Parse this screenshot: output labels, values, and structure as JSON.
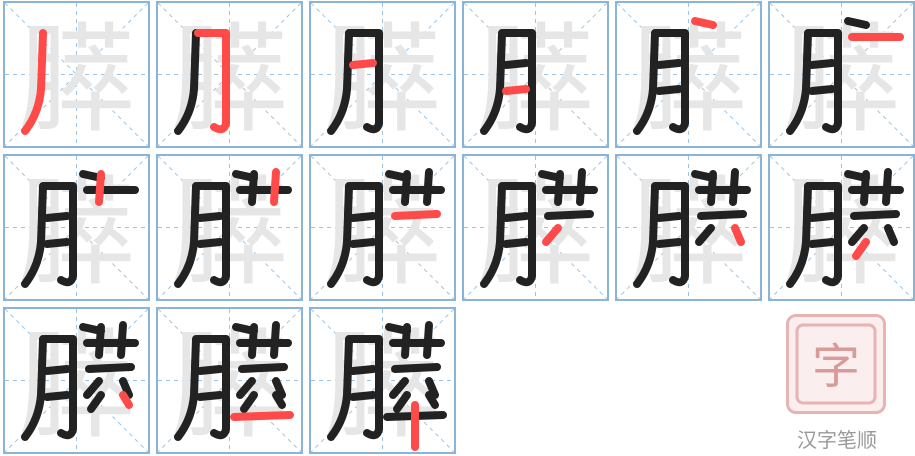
{
  "character": "膵",
  "stroke_count": 15,
  "colors": {
    "grid_border": "#8ab4d8",
    "guide": "#9cc4e4",
    "ghost": "#e6e6e6",
    "ink": "#222222",
    "highlight": "#ff4a4a",
    "logo": "#e7b3b3"
  },
  "watermark": {
    "glyph": "字",
    "label": "汉字笔顺"
  }
}
